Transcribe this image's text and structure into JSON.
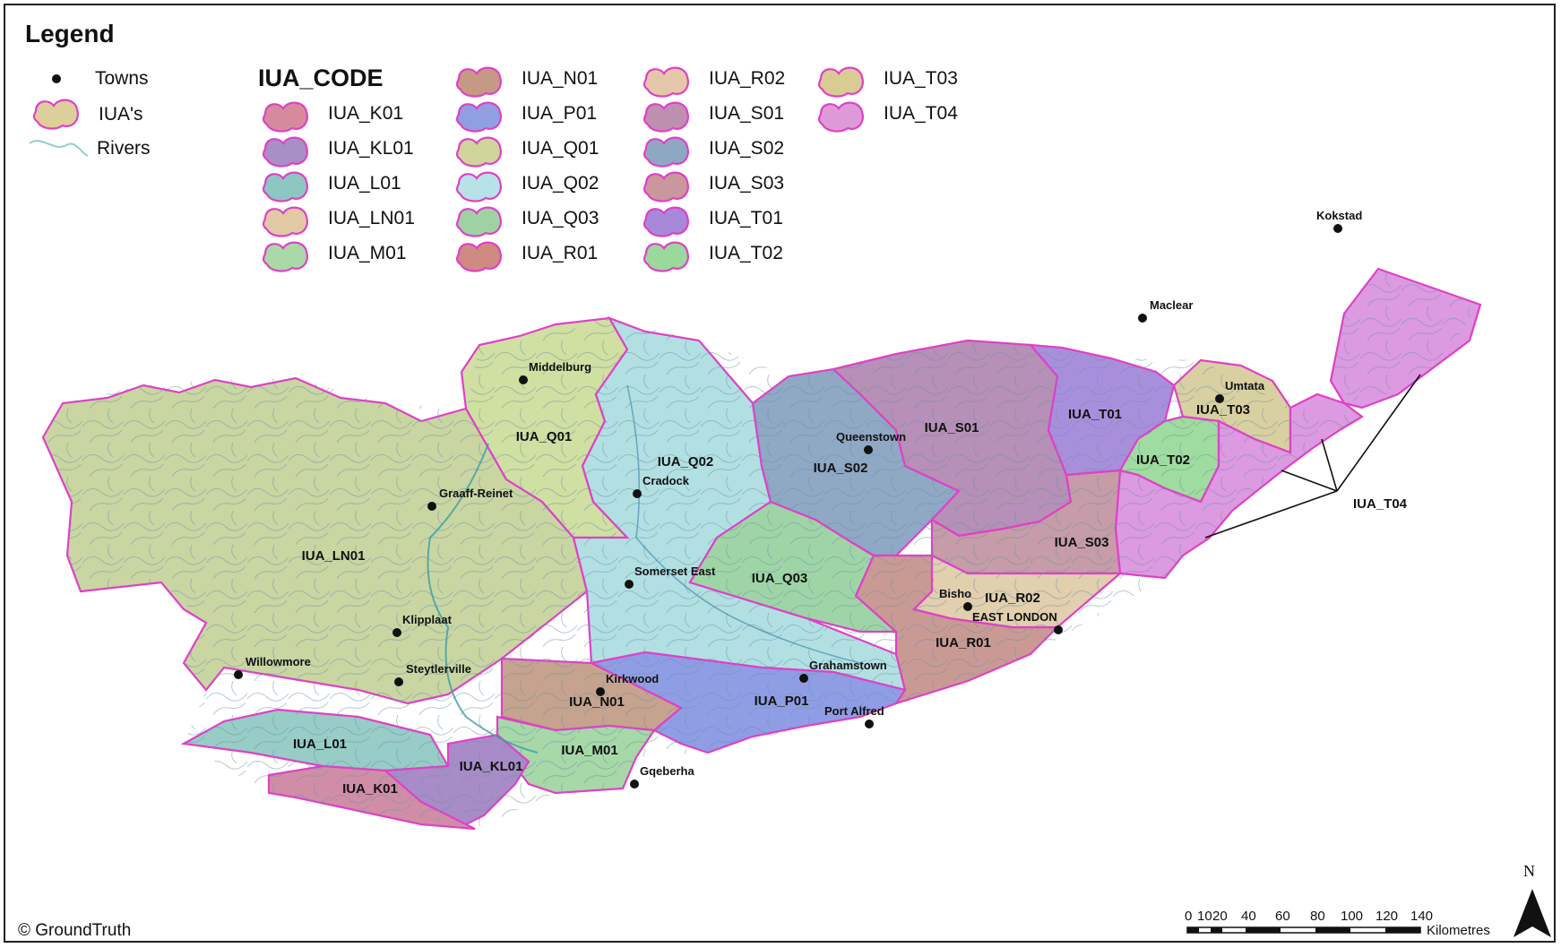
{
  "legend": {
    "title": "Legend",
    "code_title": "IUA_CODE",
    "basic_items": [
      {
        "label": "Towns",
        "symbol": "town-dot-icon"
      },
      {
        "label": "IUA's",
        "symbol": "polygon-swatch-icon",
        "color": "#dccf9a"
      },
      {
        "label": "Rivers",
        "symbol": "river-line-icon",
        "color": "#8fd0cc"
      }
    ],
    "codes": [
      {
        "label": "IUA_K01",
        "color": "#d58b9c"
      },
      {
        "label": "IUA_KL01",
        "color": "#a88fc6"
      },
      {
        "label": "IUA_L01",
        "color": "#8cc7c2"
      },
      {
        "label": "IUA_LN01",
        "color": "#e2c9a6"
      },
      {
        "label": "IUA_M01",
        "color": "#a9d9a7"
      },
      {
        "label": "IUA_N01",
        "color": "#c59a85"
      },
      {
        "label": "IUA_P01",
        "color": "#8f9fe0"
      },
      {
        "label": "IUA_Q01",
        "color": "#cfd49a"
      },
      {
        "label": "IUA_Q02",
        "color": "#b6e2e8"
      },
      {
        "label": "IUA_Q03",
        "color": "#9fd2a3"
      },
      {
        "label": "IUA_R01",
        "color": "#cf8a82"
      },
      {
        "label": "IUA_R02",
        "color": "#e4c6a8"
      },
      {
        "label": "IUA_S01",
        "color": "#bf8fb0"
      },
      {
        "label": "IUA_S02",
        "color": "#8fa8c2"
      },
      {
        "label": "IUA_S03",
        "color": "#c9979c"
      },
      {
        "label": "IUA_T01",
        "color": "#a888d8"
      },
      {
        "label": "IUA_T02",
        "color": "#9ad89c"
      },
      {
        "label": "IUA_T03",
        "color": "#d8cc94"
      },
      {
        "label": "IUA_T04",
        "color": "#de9ad8"
      }
    ]
  },
  "regions": [
    {
      "code": "IUA_LN01",
      "color": "#c9d6a2"
    },
    {
      "code": "IUA_Q01",
      "color": "#cfe0a2"
    },
    {
      "code": "IUA_Q02",
      "color": "#b2e0e2"
    },
    {
      "code": "IUA_Q03",
      "color": "#9fd5a6"
    },
    {
      "code": "IUA_S02",
      "color": "#8fa8c4"
    },
    {
      "code": "IUA_S01",
      "color": "#b690b6"
    },
    {
      "code": "IUA_T01",
      "color": "#a88fdc"
    },
    {
      "code": "IUA_T02",
      "color": "#9fdc9f"
    },
    {
      "code": "IUA_T03",
      "color": "#d8d0a0"
    },
    {
      "code": "IUA_T04",
      "color": "#dc9ae0"
    },
    {
      "code": "IUA_S03",
      "color": "#c59ca8"
    },
    {
      "code": "IUA_R01",
      "color": "#c99a94"
    },
    {
      "code": "IUA_R02",
      "color": "#e2cfae"
    },
    {
      "code": "IUA_P01",
      "color": "#8f9ee4"
    },
    {
      "code": "IUA_N01",
      "color": "#c6a38e"
    },
    {
      "code": "IUA_M01",
      "color": "#a6d8a8"
    },
    {
      "code": "IUA_L01",
      "color": "#98ccc6"
    },
    {
      "code": "IUA_KL01",
      "color": "#a88cc8"
    },
    {
      "code": "IUA_K01",
      "color": "#d08ea6"
    }
  ],
  "region_labels": [
    "IUA_Q01",
    "IUA_Q02",
    "IUA_LN01",
    "IUA_Q03",
    "IUA_S02",
    "IUA_S01",
    "IUA_T01",
    "IUA_T03",
    "IUA_T02",
    "IUA_T04",
    "IUA_S03",
    "IUA_R02",
    "IUA_R01",
    "IUA_P01",
    "IUA_N01",
    "IUA_M01",
    "IUA_L01",
    "IUA_KL01",
    "IUA_K01"
  ],
  "towns": [
    "Kokstad",
    "Maclear",
    "Umtata",
    "Middelburg",
    "Queenstown",
    "Cradock",
    "Graaff-Reinet",
    "Somerset East",
    "Bisho",
    "EAST LONDON",
    "Klipplaat",
    "Willowmore",
    "Steytlerville",
    "Grahamstown",
    "Kirkwood",
    "Port Alfred",
    "Gqeberha"
  ],
  "scale_bar": {
    "ticks": [
      "0",
      "10",
      "20",
      "40",
      "60",
      "80",
      "100",
      "120",
      "140"
    ],
    "unit": "Kilometres"
  },
  "north_arrow": {
    "letter": "N"
  },
  "credit": "© GroundTruth"
}
